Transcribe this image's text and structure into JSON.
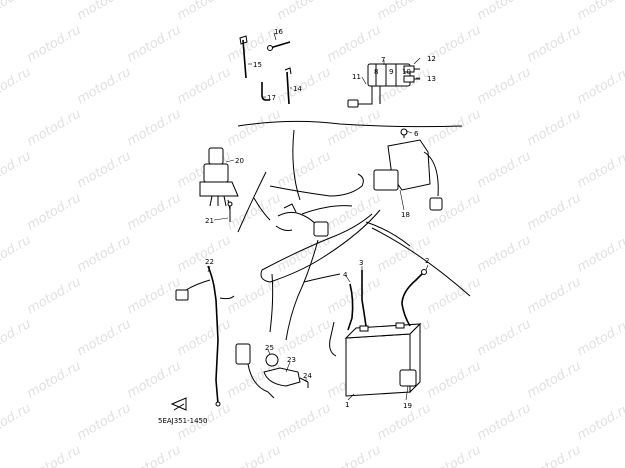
{
  "watermark": {
    "text": "motod.ru",
    "color": "#c9c9c9"
  },
  "diagram": {
    "code": "5EAJ351-1450",
    "callouts": [
      {
        "id": "c1",
        "label": "1"
      },
      {
        "id": "c2",
        "label": "2"
      },
      {
        "id": "c3",
        "label": "3"
      },
      {
        "id": "c4",
        "label": "4"
      },
      {
        "id": "c6",
        "label": "6"
      },
      {
        "id": "c7",
        "label": "7"
      },
      {
        "id": "c8",
        "label": "8"
      },
      {
        "id": "c9",
        "label": "9"
      },
      {
        "id": "c10",
        "label": "10"
      },
      {
        "id": "c11",
        "label": "11"
      },
      {
        "id": "c12",
        "label": "12"
      },
      {
        "id": "c13",
        "label": "13"
      },
      {
        "id": "c14",
        "label": "14"
      },
      {
        "id": "c15",
        "label": "15"
      },
      {
        "id": "c16",
        "label": "16"
      },
      {
        "id": "c17",
        "label": "17"
      },
      {
        "id": "c18",
        "label": "18"
      },
      {
        "id": "c19",
        "label": "19"
      },
      {
        "id": "c20",
        "label": "20"
      },
      {
        "id": "c21",
        "label": "21"
      },
      {
        "id": "c22",
        "label": "22"
      },
      {
        "id": "c23",
        "label": "23"
      },
      {
        "id": "c24",
        "label": "24"
      },
      {
        "id": "c25",
        "label": "25"
      }
    ]
  }
}
